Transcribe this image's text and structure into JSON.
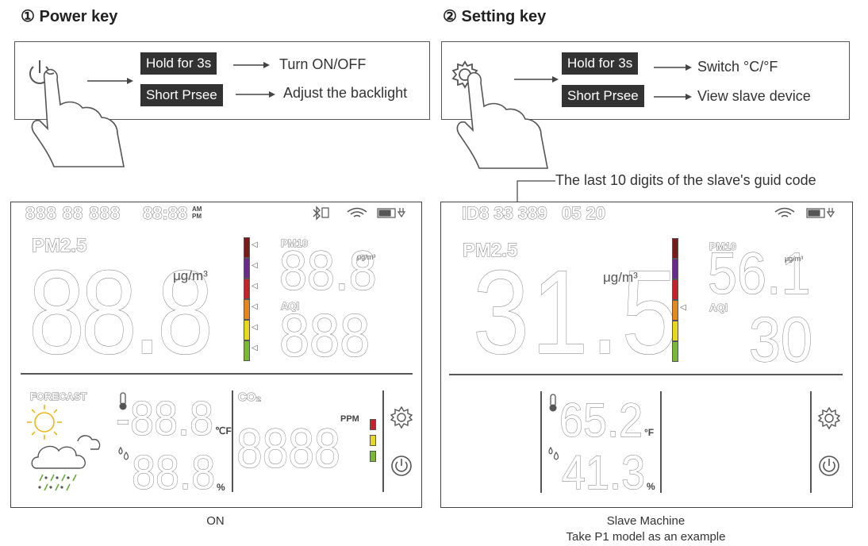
{
  "power": {
    "title": "① Power key",
    "hold_label": "Hold for 3s",
    "hold_action": "Turn ON/OFF",
    "short_label": "Short Prsee",
    "short_action": "Adjust the backlight"
  },
  "setting": {
    "title": "② Setting key",
    "hold_label": "Hold for 3s",
    "hold_action": "Switch °C/°F",
    "short_label": "Short Prsee",
    "short_action": "View slave device"
  },
  "guid_note": "The last 10 digits of the slave's guid code",
  "left_lcd": {
    "top_digits": "888 88  888",
    "clock": "88:88",
    "am": "AM",
    "pm": "PM",
    "pm25_label": "PM2.5",
    "pm25_value": "88.8",
    "ugm3": "μg/m³",
    "pm10_label": "PM10",
    "pm10_value": "88.8",
    "ugm3_small": "μg/m³",
    "aqi_label": "AQI",
    "aqi_value": "888",
    "forecast_label": "FORECAST",
    "temp_value": "-88.8",
    "temp_unit": "℃F",
    "hum_value": "88.8",
    "hum_unit": "%",
    "co2_label": "CO₂",
    "co2_value": "8888",
    "ppm_label": "PPM"
  },
  "right_lcd": {
    "id_text": "ID8 33 389   05 20",
    "pm25_label": "PM2.5",
    "pm25_value": "31.5",
    "ugm3": "μg/m³",
    "pm10_label": "PM10",
    "pm10_value": "56.1",
    "ugm3_small": "μg/m³",
    "aqi_label": "AQI",
    "aqi_value": "30",
    "temp_value": "65.2",
    "temp_unit": "°F",
    "hum_value": "41.3",
    "hum_unit": "%"
  },
  "captions": {
    "left": "ON",
    "right_line1": "Slave Machine",
    "right_line2": "Take  P1 model as an example"
  },
  "aqi_colors": [
    "#7a1a1a",
    "#6a2a8a",
    "#c8202a",
    "#e8861a",
    "#e8d81a",
    "#7ab830"
  ],
  "co2_colors": [
    "#c8202a",
    "#e8d81a",
    "#7ab830"
  ],
  "icons": {
    "power": "power-icon",
    "gear": "gear-icon",
    "finger": "pointing-hand-icon",
    "bluetooth": "bluetooth-icon",
    "wifi": "wifi-icon",
    "battery": "battery-icon",
    "sun": "sun-icon",
    "cloud": "cloud-rain-icon",
    "thermometer": "thermometer-icon",
    "droplet": "humidity-icon"
  }
}
